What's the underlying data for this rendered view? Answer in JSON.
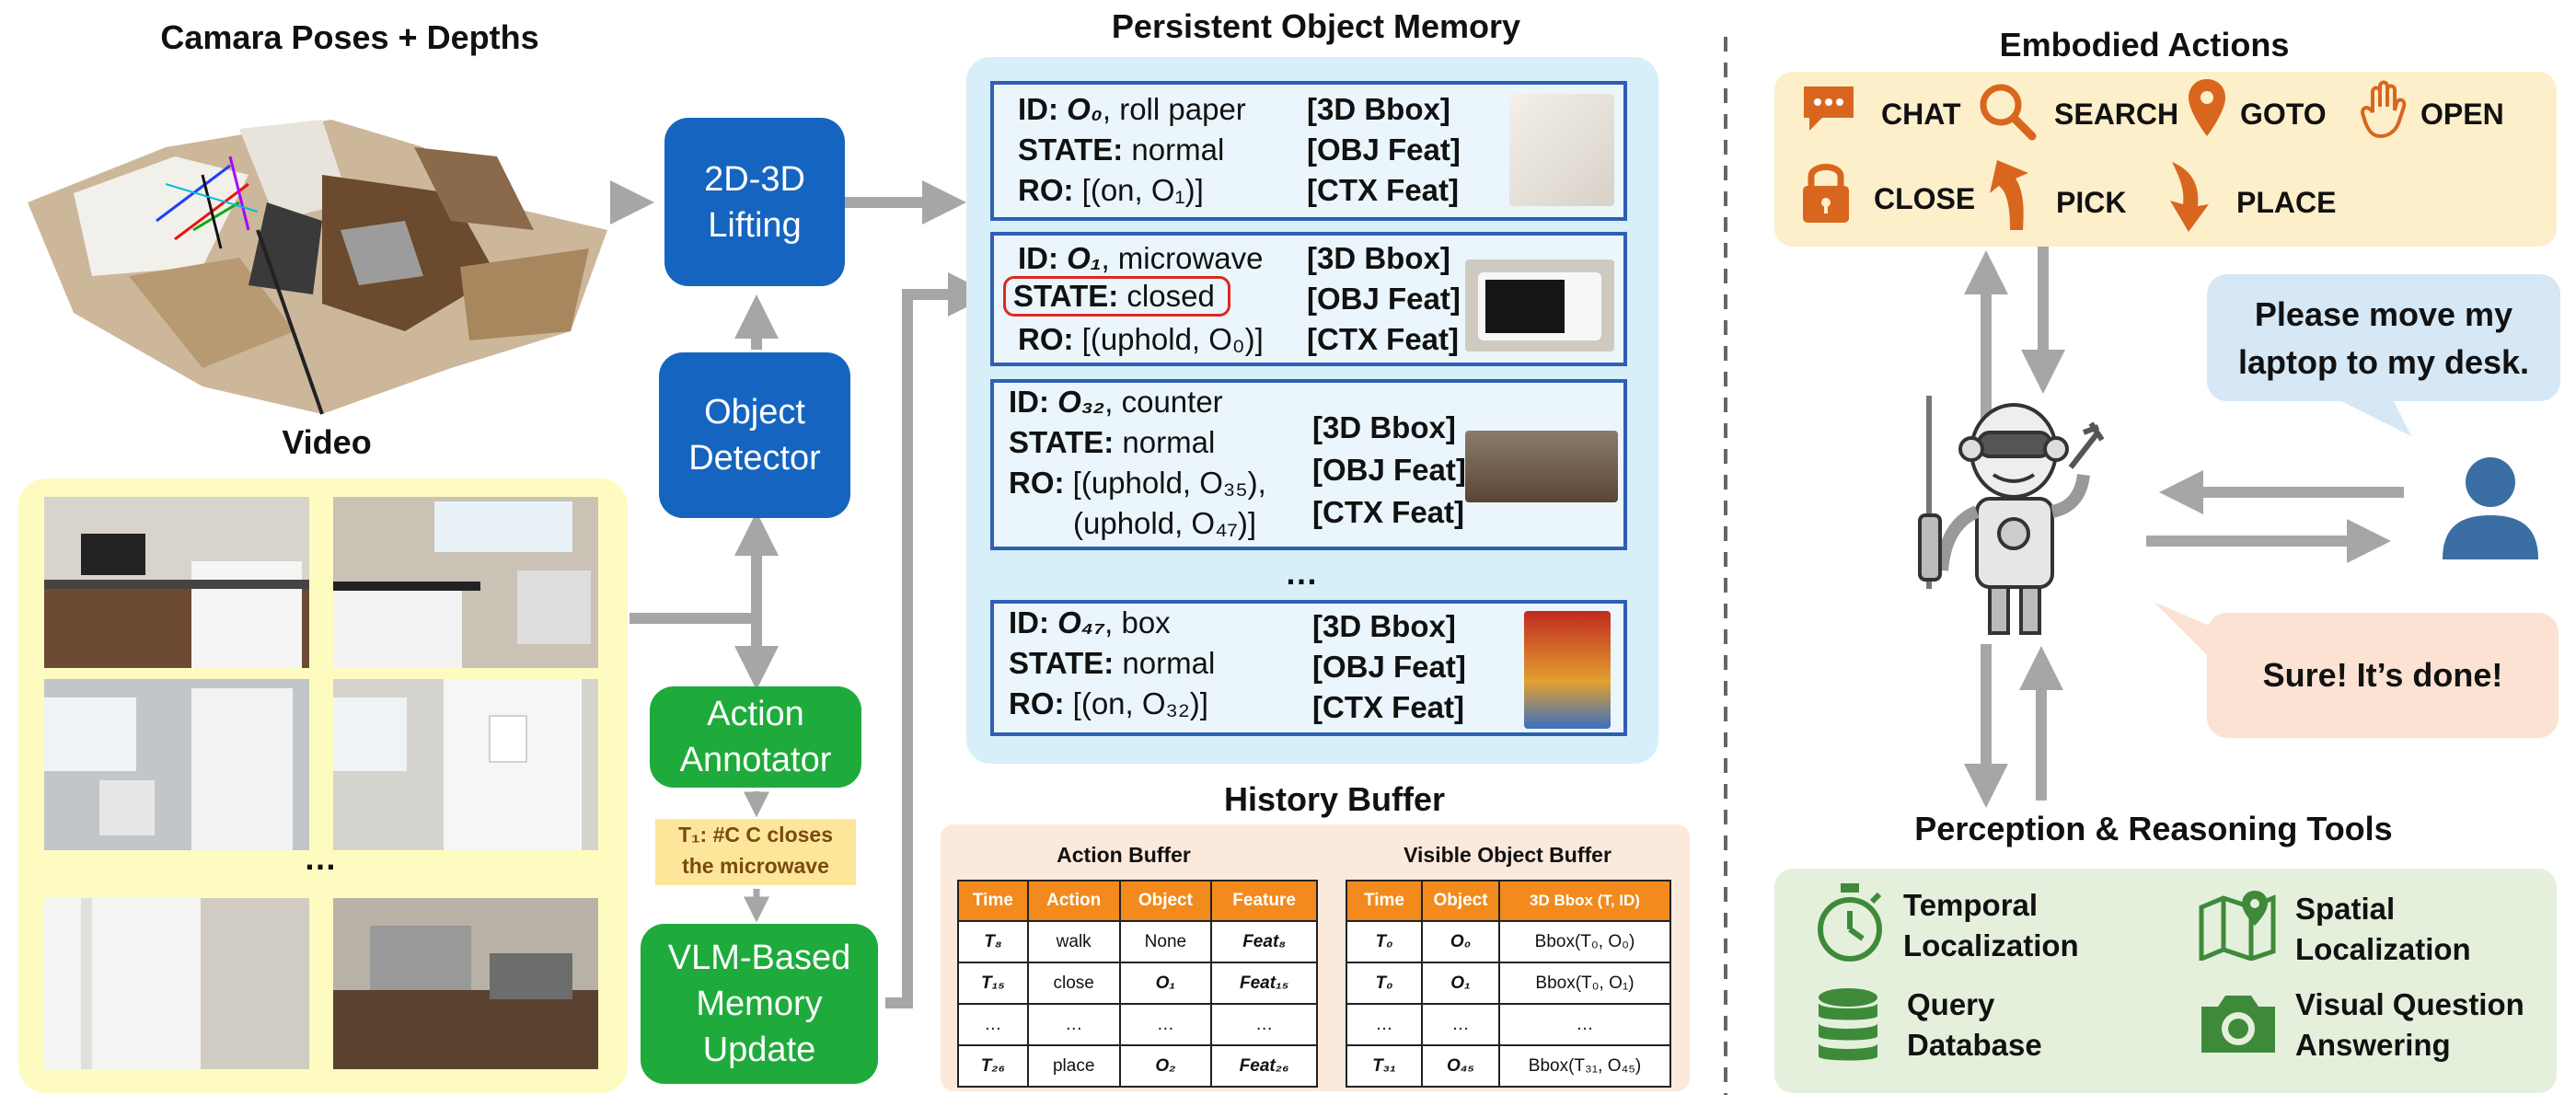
{
  "left": {
    "poses_title": "Camara Poses + Depths",
    "video_title": "Video",
    "video_ellipsis": "…"
  },
  "pipeline": {
    "lifting": [
      "2D-3D",
      "Lifting"
    ],
    "detector": [
      "Object",
      "Detector"
    ],
    "annotator": [
      "Action",
      "Annotator"
    ],
    "annotation_note": [
      "T₁: #C C closes",
      "the microwave"
    ],
    "vlm_update": [
      "VLM-Based",
      "Memory",
      "Update"
    ]
  },
  "memory": {
    "title": "Persistent Object Memory",
    "ellipsis": "…",
    "feat_labels": [
      "[3D Bbox]",
      "[OBJ Feat]",
      "[CTX Feat]"
    ],
    "entries": [
      {
        "id_label": "ID:",
        "id": "O₀",
        "name": ", roll paper",
        "state_label": "STATE:",
        "state": " normal",
        "ro_label": "RO:",
        "ro": [
          " [(on, O₁)]"
        ]
      },
      {
        "id_label": "ID:",
        "id": "O₁",
        "name": ", microwave",
        "state_label": "STATE:",
        "state": " closed",
        "ro_label": "RO:",
        "ro": [
          " [(uphold, O₀)]"
        ]
      },
      {
        "id_label": "ID:",
        "id": "O₃₂",
        "name": ", counter",
        "state_label": "STATE:",
        "state": " normal",
        "ro_label": "RO:",
        "ro": [
          " [(uphold, O₃₅),",
          "(uphold, O₄₇)]"
        ]
      },
      {
        "id_label": "ID:",
        "id": "O₄₇",
        "name": ", box",
        "state_label": "STATE:",
        "state": " normal",
        "ro_label": "RO:",
        "ro": [
          " [(on, O₃₂)]"
        ]
      }
    ]
  },
  "history": {
    "title": "History Buffer",
    "action_buffer": {
      "title": "Action Buffer",
      "headers": [
        "Time",
        "Action",
        "Object",
        "Feature"
      ],
      "rows": [
        [
          "T₈",
          "walk",
          "None",
          "Feat₈"
        ],
        [
          "T₁₅",
          "close",
          "O₁",
          "Feat₁₅"
        ],
        [
          "…",
          "…",
          "…",
          "…"
        ],
        [
          "T₂₆",
          "place",
          "O₂",
          "Feat₂₆"
        ]
      ]
    },
    "visible_buffer": {
      "title": "Visible Object Buffer",
      "headers": [
        "Time",
        "Object",
        "3D Bbox (T, ID)"
      ],
      "rows": [
        [
          "T₀",
          "O₀",
          "Bbox(T₀, O₀)"
        ],
        [
          "T₀",
          "O₁",
          "Bbox(T₀, O₁)"
        ],
        [
          "…",
          "…",
          "…"
        ],
        [
          "T₃₁",
          "O₄₅",
          "Bbox(T₃₁, O₄₅)"
        ]
      ]
    }
  },
  "actions": {
    "title": "Embodied Actions",
    "items": [
      "CHAT",
      "SEARCH",
      "GOTO",
      "OPEN",
      "CLOSE",
      "PICK",
      "PLACE"
    ]
  },
  "dialog": {
    "user": [
      "Please move my",
      "laptop to my desk."
    ],
    "robot": "Sure! It’s done!"
  },
  "tools": {
    "title": "Perception & Reasoning Tools",
    "items": [
      [
        "Temporal",
        "Localization"
      ],
      [
        "Spatial",
        "Localization"
      ],
      [
        "Query",
        "Database"
      ],
      [
        "Visual Question",
        "Answering"
      ]
    ]
  },
  "colors": {
    "blue": "#1565c0",
    "green": "#1eab3c",
    "orange": "#f28a1d",
    "icon_orange": "#d9661e",
    "icon_green": "#3f8a3a",
    "memory_bg": "#d6eff8",
    "actions_bg": "#fdefc9",
    "tools_bg": "#e4f0dc",
    "history_bg": "#fbe9dc",
    "video_bg": "#fdfbc0"
  }
}
